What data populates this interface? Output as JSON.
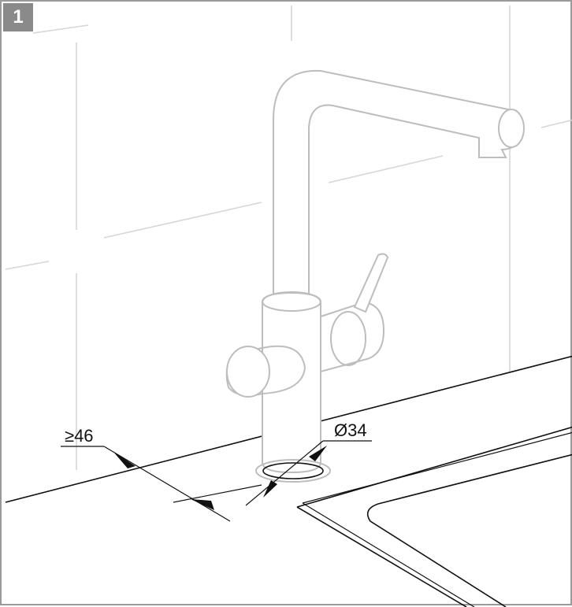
{
  "step": {
    "number": "1"
  },
  "dimensions": {
    "min_distance_label": "≥46",
    "hole_diameter_label": "Ø34"
  }
}
